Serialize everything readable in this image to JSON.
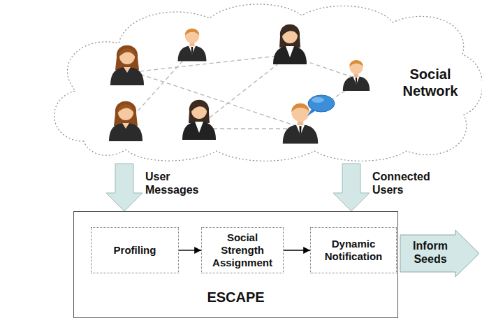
{
  "diagram": {
    "nodes": [
      {
        "text": [
          "Social Network"
        ]
      },
      {
        "text": [
          "ESCAPE"
        ]
      },
      {
        "text": [
          "Profiling"
        ],
        "in": 1
      },
      {
        "text": [
          "Social Strength Assignment"
        ],
        "in": 1
      },
      {
        "text": [
          "Dynamic Notification"
        ],
        "in": 1
      },
      {
        "text": [
          "Inform Seeds"
        ]
      }
    ],
    "edges": [
      {
        "from": 0,
        "to": 1,
        "label": "User Messages",
        "arrow": "to"
      },
      {
        "from": 0,
        "to": 1,
        "label": "Connected Users",
        "arrow": "to"
      },
      {
        "from": 2,
        "to": 3,
        "arrow": "to"
      },
      {
        "from": 3,
        "to": 4,
        "arrow": "to"
      }
    ]
  }
}
